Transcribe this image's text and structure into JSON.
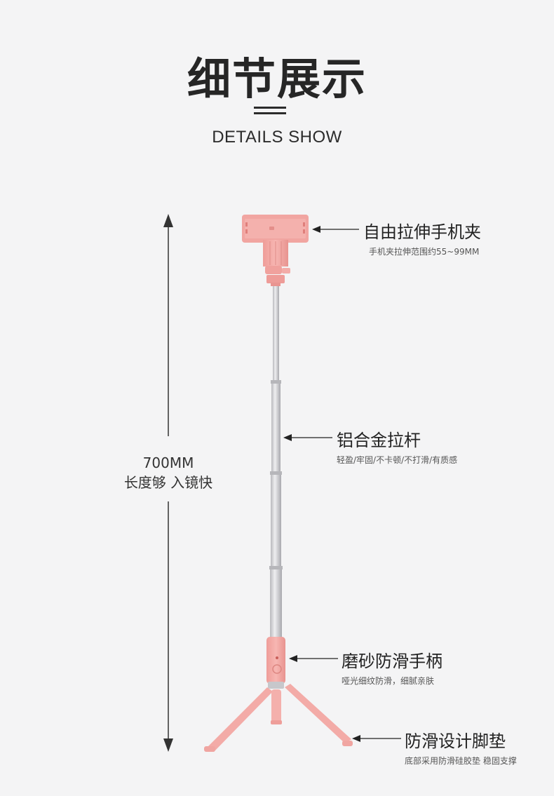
{
  "header": {
    "title_cn": "细节展示",
    "subtitle_en": "DETAILS SHOW"
  },
  "dimension": {
    "length_label": "700MM",
    "length_note": "长度够 入镜快"
  },
  "callouts": [
    {
      "title": "自由拉伸手机夹",
      "desc": "手机夹拉伸范围约55~99MM"
    },
    {
      "title": "铝合金拉杆",
      "desc": "轻盈/牢固/不卡顿/不打滑/有质感"
    },
    {
      "title": "磨砂防滑手柄",
      "desc": "哑光细纹防滑，细腻亲肤"
    },
    {
      "title": "防滑设计脚垫",
      "desc": "底部采用防滑硅胶垫 稳固支撑"
    }
  ],
  "colors": {
    "background": "#f4f4f5",
    "product_pink": "#f2a6a3",
    "rod_silver": "#cfcfd3",
    "text": "#222222"
  }
}
